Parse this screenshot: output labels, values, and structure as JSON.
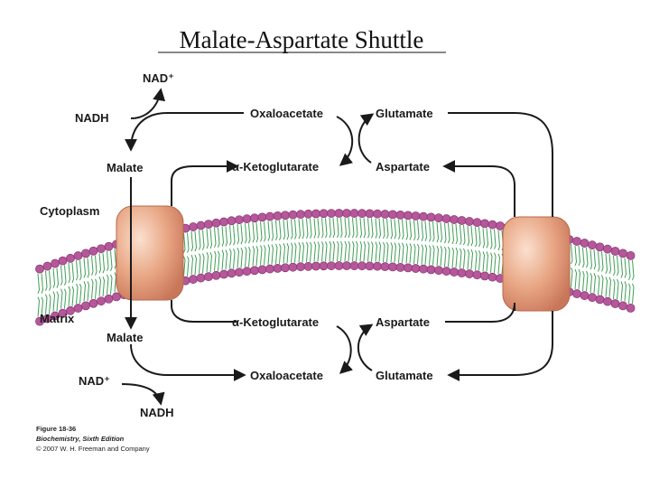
{
  "title": "Malate-Aspartate Shuttle",
  "regions": {
    "cytoplasm": "Cytoplasm",
    "matrix": "Matrix"
  },
  "cytoplasm": {
    "nad_plus": "NAD⁺",
    "nadh": "NADH",
    "malate": "Malate",
    "oxaloacetate": "Oxaloacetate",
    "glutamate": "Glutamate",
    "alpha_ketoglutarate": "α-Ketoglutarate",
    "aspartate": "Aspartate"
  },
  "matrix": {
    "malate": "Malate",
    "alpha_ketoglutarate": "α-Ketoglutarate",
    "aspartate": "Aspartate",
    "oxaloacetate": "Oxaloacetate",
    "glutamate": "Glutamate",
    "nad_plus": "NAD⁺",
    "nadh": "NADH"
  },
  "caption": {
    "figure": "Figure 18-36",
    "book": "Biochemistry, Sixth Edition",
    "copyright": "© 2007 W. H. Freeman and Company"
  },
  "colors": {
    "lipid_head": "#b5579a",
    "lipid_tail": "#3f9e55",
    "transporter": "#e5a07e",
    "arrow": "#1a1a1a"
  }
}
